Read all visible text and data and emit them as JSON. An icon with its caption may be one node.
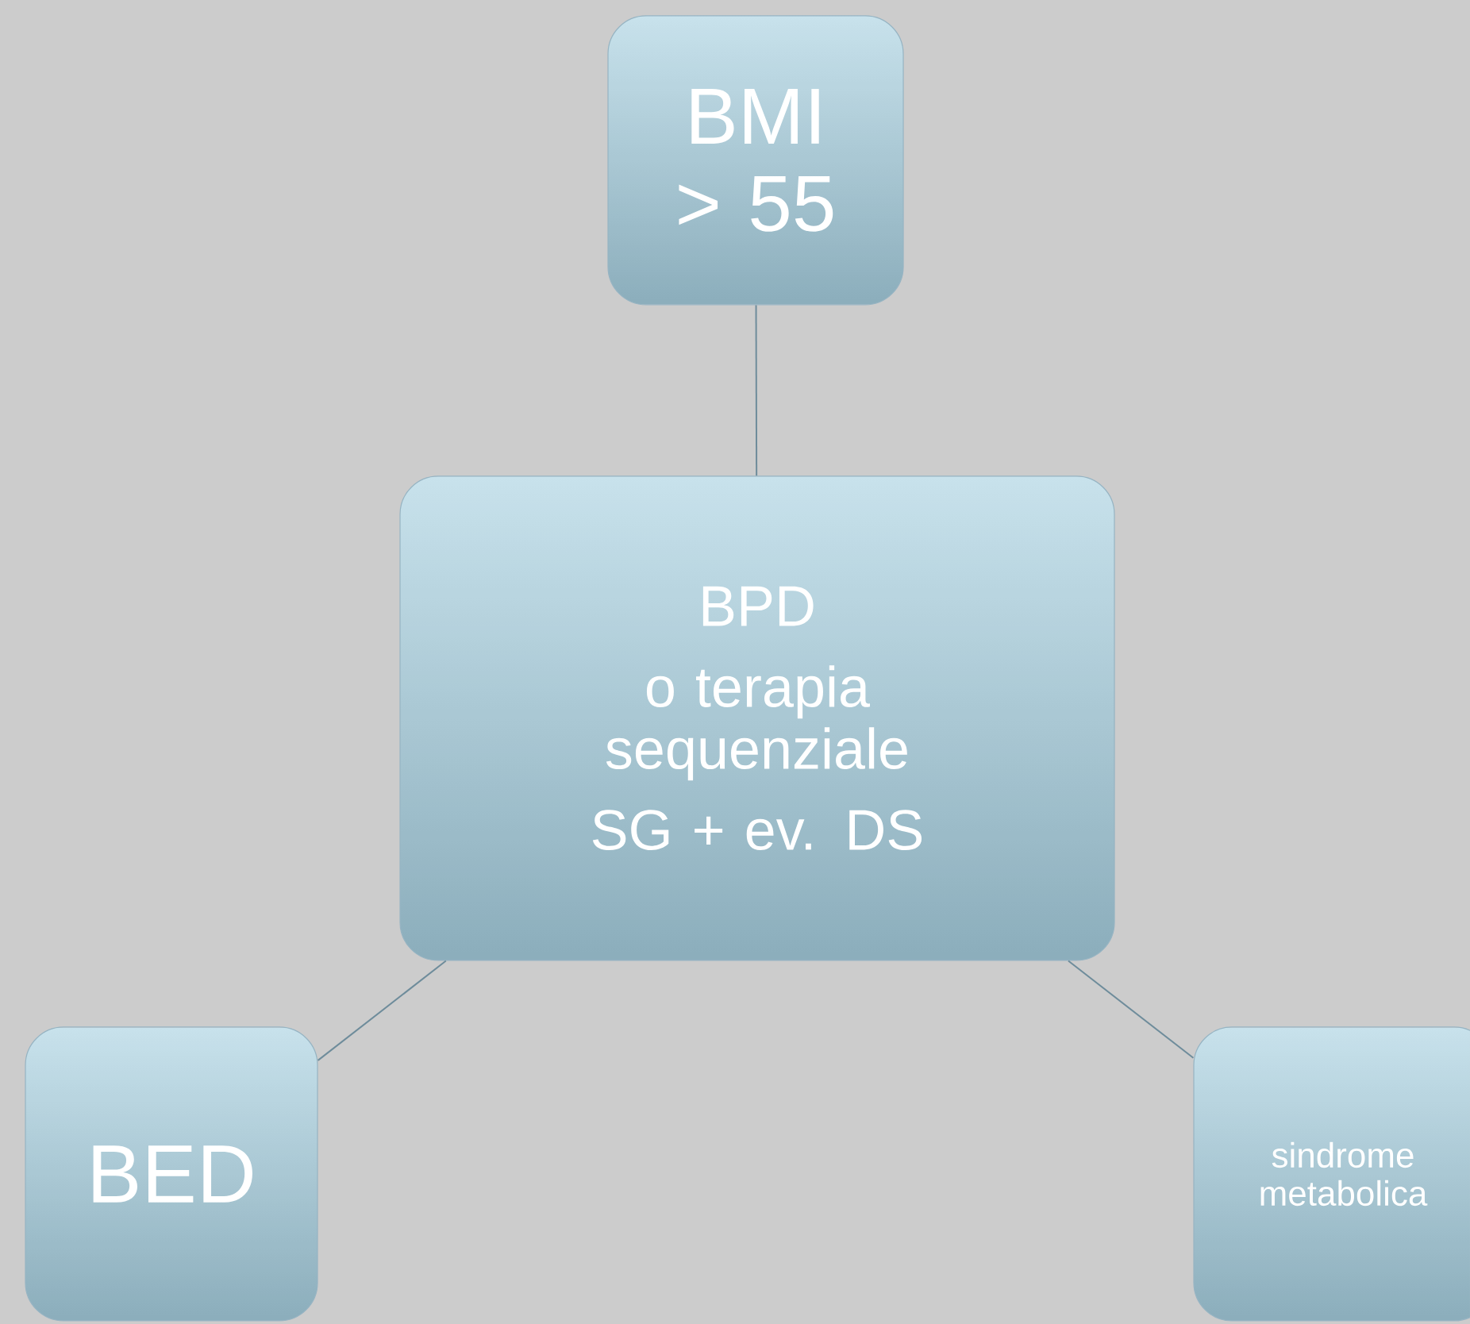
{
  "diagram": {
    "nodes": [
      {
        "text": [
          "BMI > 55"
        ]
      },
      {
        "text": [
          "BPD",
          "o terapia sequenziale",
          "SG + ev. DS"
        ]
      },
      {
        "text": [
          "BED"
        ]
      },
      {
        "text": [
          "sindrome metabolica"
        ]
      }
    ],
    "edges": [
      {
        "from": 0,
        "to": 1,
        "arrow": "none"
      },
      {
        "from": 1,
        "to": 2,
        "arrow": "none"
      },
      {
        "from": 1,
        "to": 3,
        "arrow": "none"
      }
    ]
  }
}
